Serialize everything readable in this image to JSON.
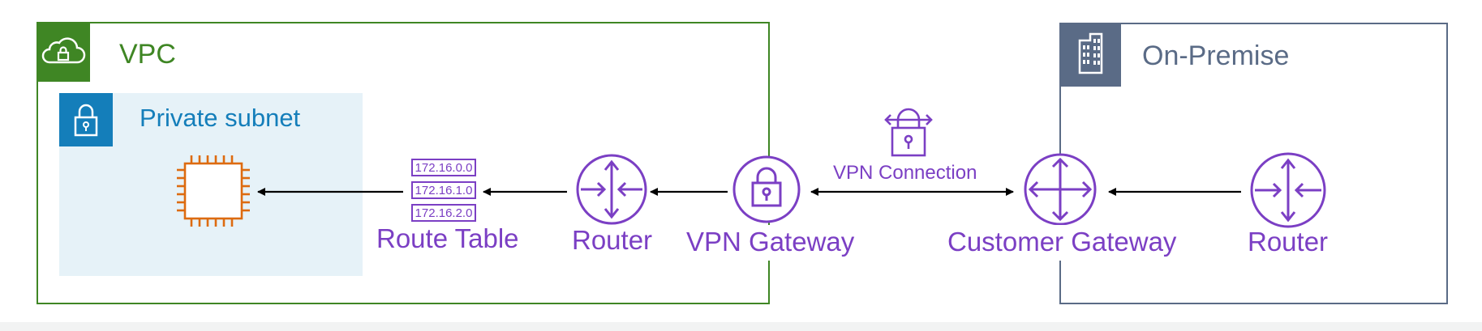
{
  "groups": {
    "vpc": {
      "label": "VPC",
      "color": "#3f8624",
      "icon": "cloud-lock-icon"
    },
    "private_subnet": {
      "label": "Private subnet",
      "color": "#147eba",
      "icon": "padlock-icon"
    },
    "on_premise": {
      "label": "On-Premise",
      "color": "#5a6b86",
      "icon": "building-icon"
    }
  },
  "nodes": {
    "instance": {
      "icon": "ec2-chip-icon",
      "color": "#dd6b10"
    },
    "route_table": {
      "label": "Route Table",
      "rows": [
        "172.16.0.0",
        "172.16.1.0",
        "172.16.2.0"
      ],
      "icon": "route-table-icon"
    },
    "vpc_router": {
      "label": "Router",
      "icon": "router-icon"
    },
    "vpn_gateway": {
      "label": "VPN Gateway",
      "icon": "vpn-gateway-icon"
    },
    "customer_gateway": {
      "label": "Customer Gateway",
      "icon": "customer-gateway-icon"
    },
    "onprem_router": {
      "label": "Router",
      "icon": "router-icon"
    }
  },
  "connections": {
    "vpn_connection": {
      "label": "VPN Connection",
      "icon": "vpn-connection-icon"
    }
  },
  "colors": {
    "service_purple": "#7b3fc4",
    "arrow": "#000000"
  }
}
